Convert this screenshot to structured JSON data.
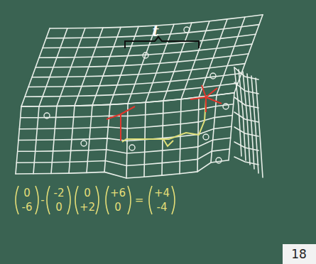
{
  "diagram": {
    "labels": [
      "t",
      "0",
      "-6",
      "-",
      "-2",
      "0",
      "0",
      "+2",
      "+6",
      "0",
      "=",
      "+4",
      "-4",
      "18"
    ]
  }
}
